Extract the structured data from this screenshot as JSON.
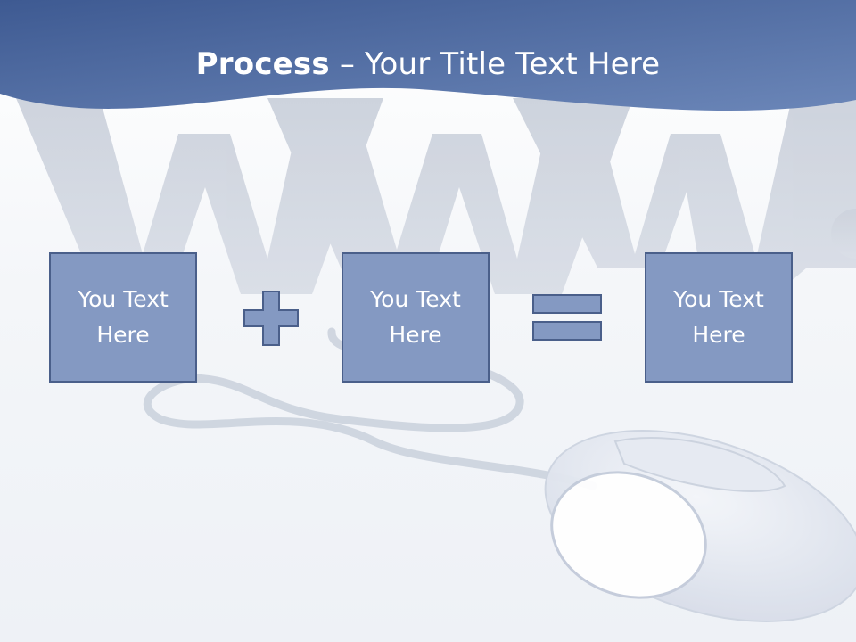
{
  "slide": {
    "title_bold": "Process",
    "title_rest": "– Your Title Text Here",
    "boxes": [
      {
        "line1": "You Text",
        "line2": "Here"
      },
      {
        "line1": "You Text",
        "line2": "Here"
      },
      {
        "line1": "You Text",
        "line2": "Here"
      }
    ],
    "operators": [
      "plus-icon",
      "equals-icon"
    ],
    "background_image": "www-letters-and-computer-mouse"
  },
  "colors": {
    "header_band": "#4f6aa0",
    "box_fill": "#8499c2",
    "box_border": "#4a5f8a",
    "operator_fill": "#8499c2",
    "text": "#ffffff"
  }
}
